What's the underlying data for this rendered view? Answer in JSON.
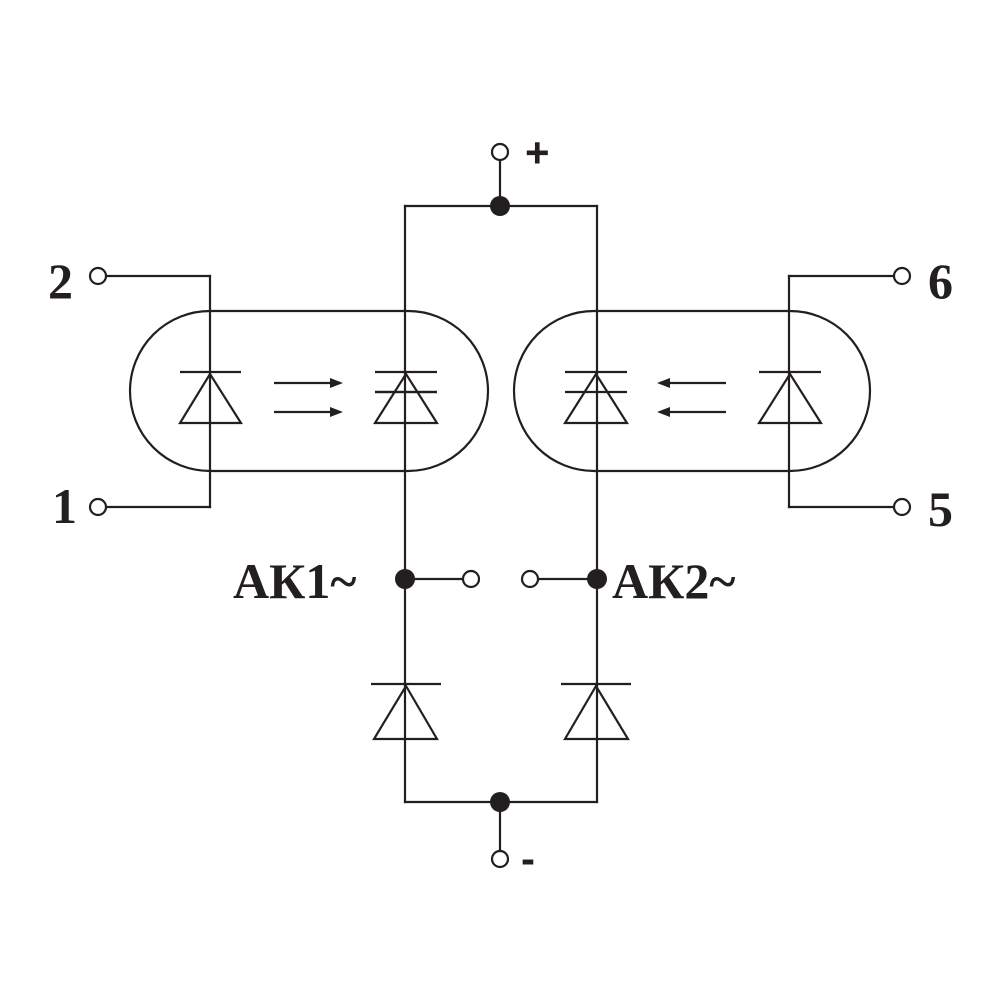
{
  "labels": {
    "pin_2": "2",
    "pin_1": "1",
    "pin_6": "6",
    "pin_5": "5",
    "plus": "+",
    "minus": "-",
    "ak1": "АК1~",
    "ak2": "АК2~"
  },
  "colors": {
    "line": "#231f20",
    "background": "#ffffff"
  },
  "components": {
    "optocouplers": 2,
    "rectifier_diodes": 2,
    "terminals": 8
  }
}
